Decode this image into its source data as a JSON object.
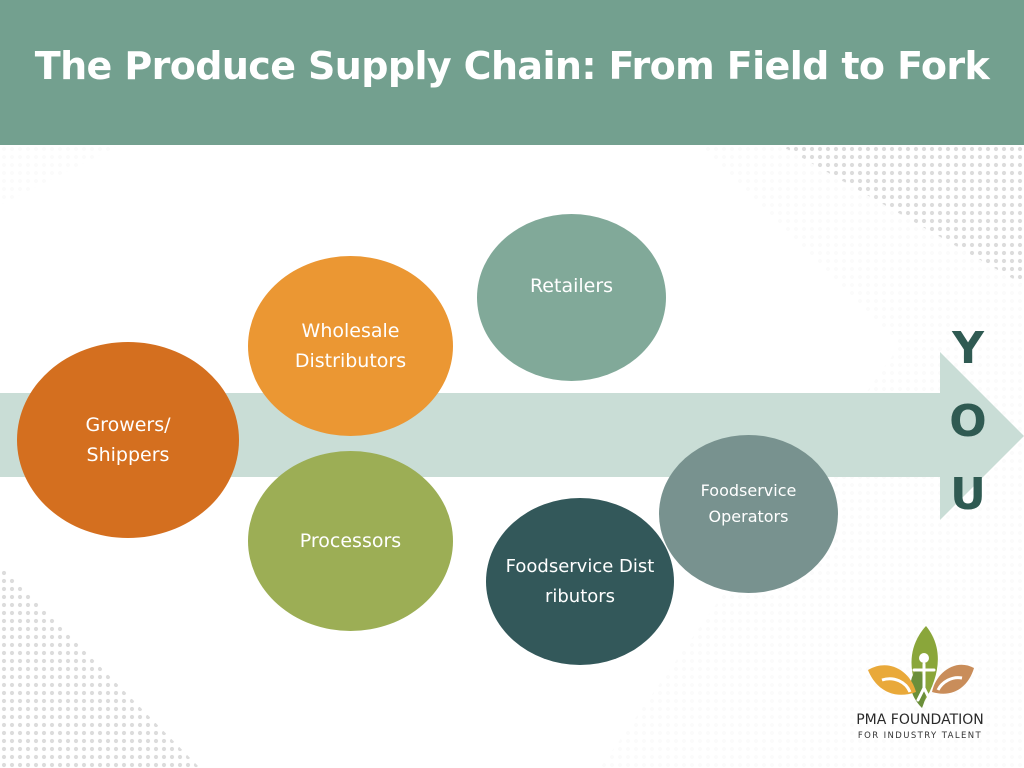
{
  "slide": {
    "title": "The Produce Supply Chain: From Field to Fork"
  },
  "diagram": {
    "nodes": [
      {
        "id": "growers",
        "label": "Growers/\nShippers",
        "color": "#d46f1f"
      },
      {
        "id": "wholesale",
        "label": "Wholesale\nDistributors",
        "color": "#eb9733"
      },
      {
        "id": "processors",
        "label": "Processors",
        "color": "#9cae55"
      },
      {
        "id": "retailers",
        "label": "Retailers",
        "color": "#81a999"
      },
      {
        "id": "foodservice_distributors",
        "label": "Foodservice Distributors",
        "color": "#33585a"
      },
      {
        "id": "foodservice_operators",
        "label": "Foodservice\nOperators",
        "color": "#78928f"
      }
    ],
    "arrow_color": "#c9ddd6",
    "endpoint_label": "Y\nO\nU",
    "endpoint_color": "#2f5a52"
  },
  "logo": {
    "line1": "PMA FOUNDATION",
    "line2": "FOR INDUSTRY TALENT",
    "colors": [
      "#8aa63a",
      "#e9a93a",
      "#c98d5a",
      "#6b8f3a"
    ]
  },
  "header_color": "#73a08f"
}
